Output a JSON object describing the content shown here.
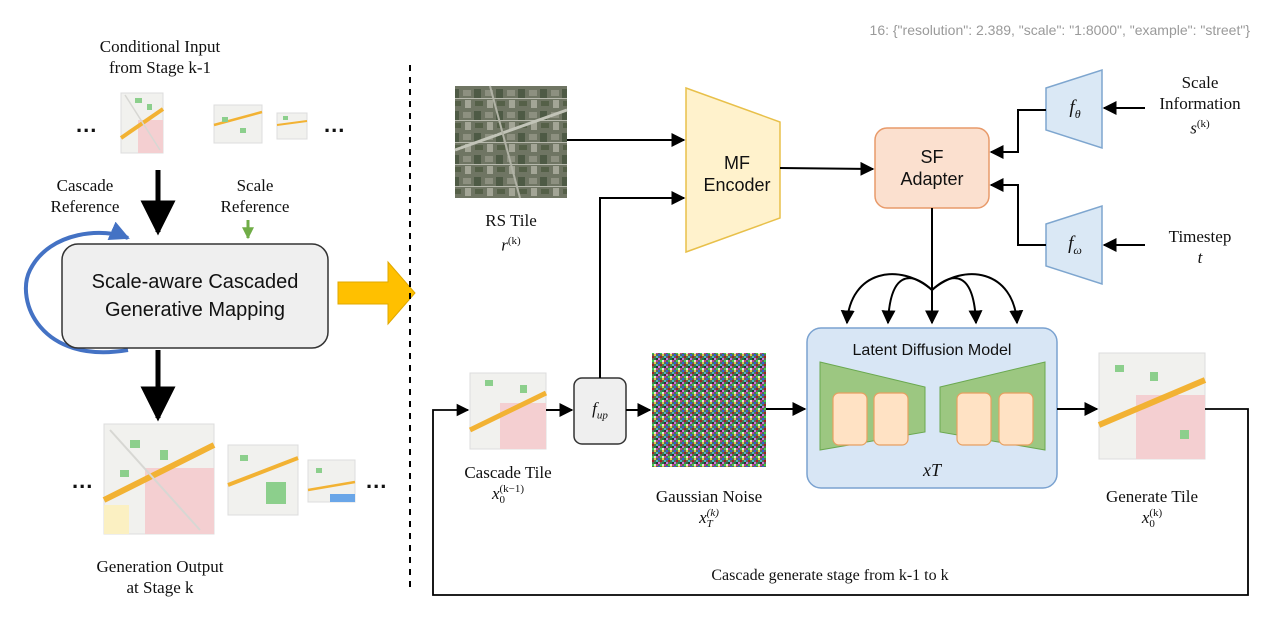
{
  "meta_text": "16: {\"resolution\": 2.389, \"scale\": \"1:8000\", \"example\": \"street\"}",
  "left_panel": {
    "conditional_input": [
      "Conditional Input",
      "from Stage k-1"
    ],
    "cascade_reference": [
      "Cascade",
      "Reference"
    ],
    "scale_reference": [
      "Scale",
      "Reference"
    ],
    "mapping_box": [
      "Scale-aware Cascaded",
      "Generative Mapping"
    ],
    "generation_output": [
      "Generation Output",
      "at Stage k"
    ],
    "ellipsis": "..."
  },
  "right_panel": {
    "rs_tile": {
      "label": "RS Tile",
      "symbol": "r",
      "sup": "(k)"
    },
    "mf_encoder": [
      "MF",
      "Encoder"
    ],
    "sf_adapter": [
      "SF",
      "Adapter"
    ],
    "f_theta": {
      "base": "f",
      "sub": "θ"
    },
    "f_omega": {
      "base": "f",
      "sub": "ω"
    },
    "f_up": {
      "base": "f",
      "sub": "up"
    },
    "scale_information": {
      "lines": [
        "Scale",
        "Information"
      ],
      "symbol": "s",
      "sup": "(k)"
    },
    "timestep": {
      "label": "Timestep",
      "symbol": "t"
    },
    "ldm_title": "Latent Diffusion Model",
    "ldm_xt": "xT",
    "cascade_tile": {
      "label": "Cascade Tile",
      "symbol": "x",
      "sub": "0",
      "sup": "(k−1)"
    },
    "gaussian_noise": {
      "label": "Gaussian Noise",
      "symbol": "x",
      "sub": "T",
      "sup": "(k)"
    },
    "generate_tile": {
      "label": "Generate Tile",
      "symbol": "x",
      "sub": "0",
      "sup": "(k)"
    },
    "loop_label": "Cascade generate stage from k-1 to k"
  },
  "colors": {
    "encoder_fill": "#fff2cc",
    "encoder_stroke": "#e8c04a",
    "adapter_fill": "#fbe0cf",
    "adapter_stroke": "#e89a6a",
    "f_fill": "#dae8f5",
    "f_stroke": "#7ea6cf",
    "ldm_fill": "#d8e6f5",
    "ldm_stroke": "#7aa2d0",
    "unet_fill": "#9cc781",
    "unet_stroke": "#6aa84f",
    "block_fill": "#ffe2c4",
    "block_stroke": "#e8a060",
    "cascade_arrow": "#4472c4",
    "scale_arrow": "#70ad47",
    "big_arrow": "#ffc000"
  }
}
